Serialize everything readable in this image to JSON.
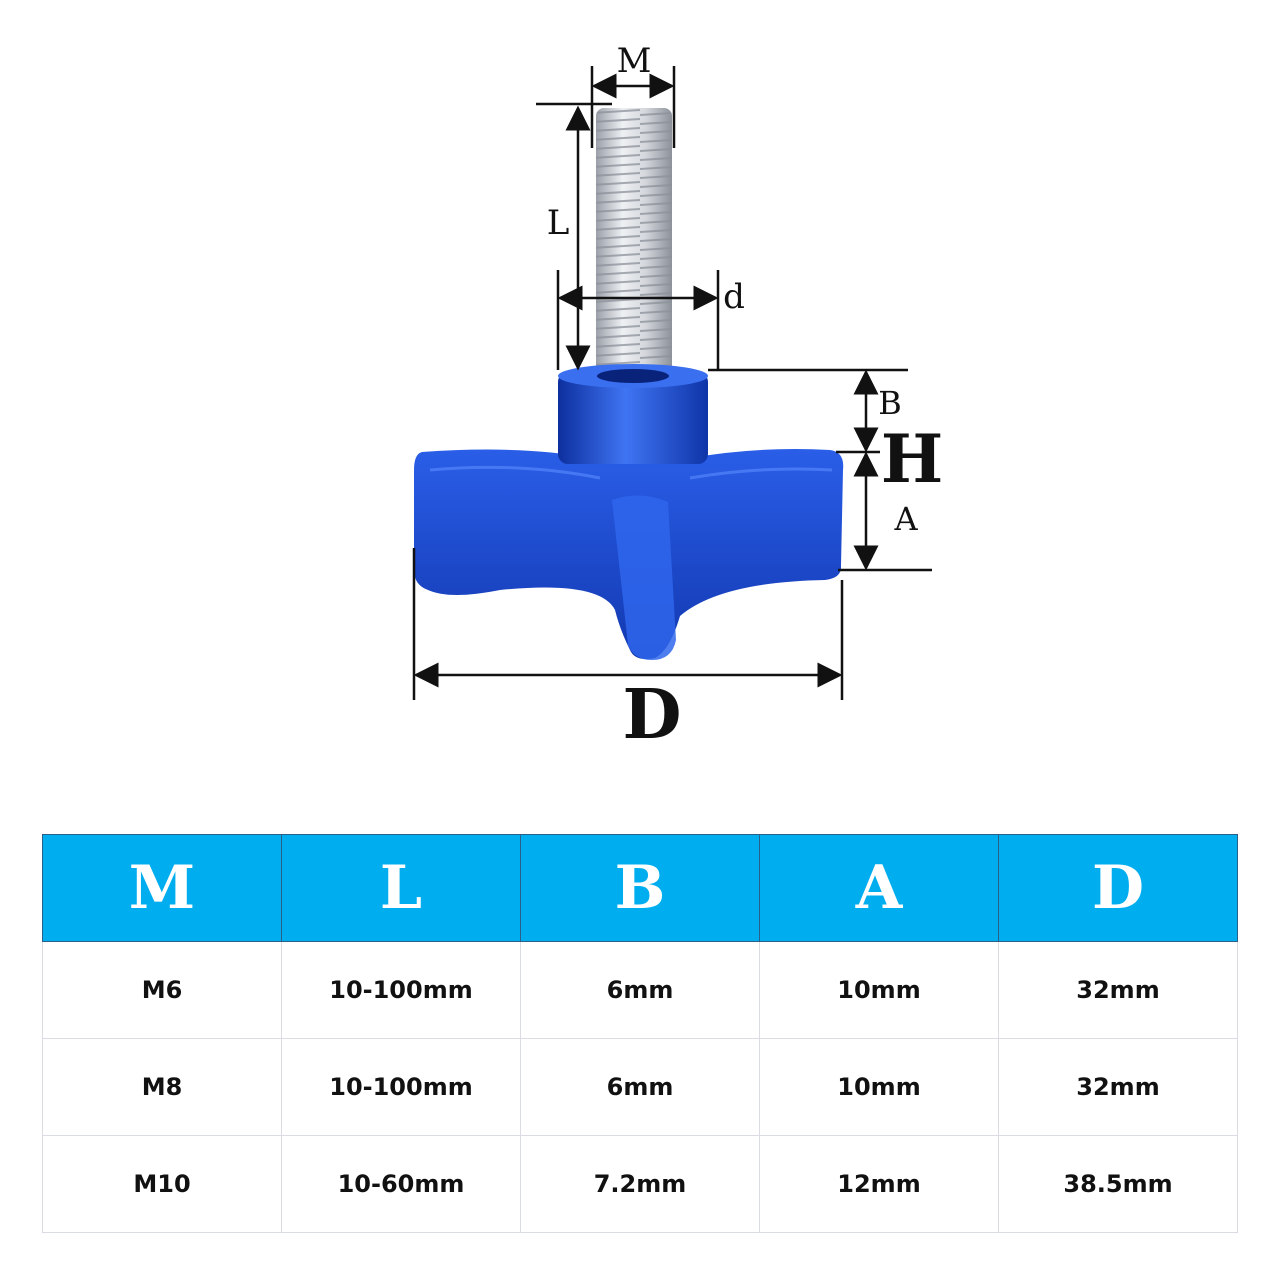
{
  "diagram": {
    "labels": {
      "M": "M",
      "L": "L",
      "d": "d",
      "B": "B",
      "H": "H",
      "A": "A",
      "D": "D"
    },
    "colors": {
      "knob": "#1c4fd8",
      "knob_dark": "#0d2f9e",
      "knob_light": "#3f74f2",
      "screw": "#c9ccd1",
      "header_bg": "#00aeef"
    }
  },
  "table": {
    "headers": [
      "M",
      "L",
      "B",
      "A",
      "D"
    ],
    "rows": [
      [
        "M6",
        "10-100mm",
        "6mm",
        "10mm",
        "32mm"
      ],
      [
        "M8",
        "10-100mm",
        "6mm",
        "10mm",
        "32mm"
      ],
      [
        "M10",
        "10-60mm",
        "7.2mm",
        "12mm",
        "38.5mm"
      ]
    ]
  }
}
